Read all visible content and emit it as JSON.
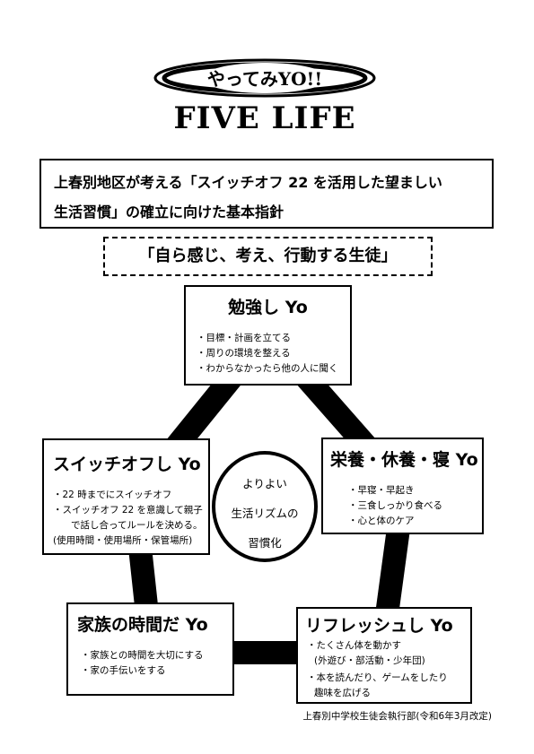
{
  "logo": {
    "badge_text": "やってみYO!!",
    "title": "FIVE LIFE"
  },
  "policy": {
    "line1": "上春別地区が考える「スイッチオフ 22 を活用した望ましい",
    "line2": "生活習慣」の確立に向けた基本指針"
  },
  "motto": "「自ら感じ、考え、行動する生徒」",
  "cards": {
    "study": {
      "title": "勉強し Yo",
      "items": [
        "目標・計画を立てる",
        "周りの環境を整える",
        "わからなかったら他の人に聞く"
      ]
    },
    "switch": {
      "title": "スイッチオフし Yo",
      "items": [
        "22 時までにスイッチオフ",
        "スイッチオフ 22 を意識して親子"
      ],
      "item2_cont": "で話し合ってルールを決める。",
      "note": "(使用時間・使用場所・保管場所)"
    },
    "nutrition": {
      "title": "栄養・休養・寝 Yo",
      "items": [
        "早寝・早起き",
        "三食しっかり食べる",
        "心と体のケア"
      ]
    },
    "family": {
      "title": "家族の時間だ Yo",
      "items": [
        "家族との時間を大切にする",
        "家の手伝いをする"
      ]
    },
    "refresh": {
      "title": "リフレッシュし Yo",
      "item1": "たくさん体を動かす",
      "item1_note": "(外遊び・部活動・少年団)",
      "item2": "本を読んだり、ゲームをしたり",
      "item2_cont": "趣味を広げる"
    }
  },
  "center": {
    "line1": "よりよい",
    "line2": "生活リズムの",
    "line3": "習慣化"
  },
  "footer": "上春別中学校生徒会執行部(令和6年3月改定)"
}
